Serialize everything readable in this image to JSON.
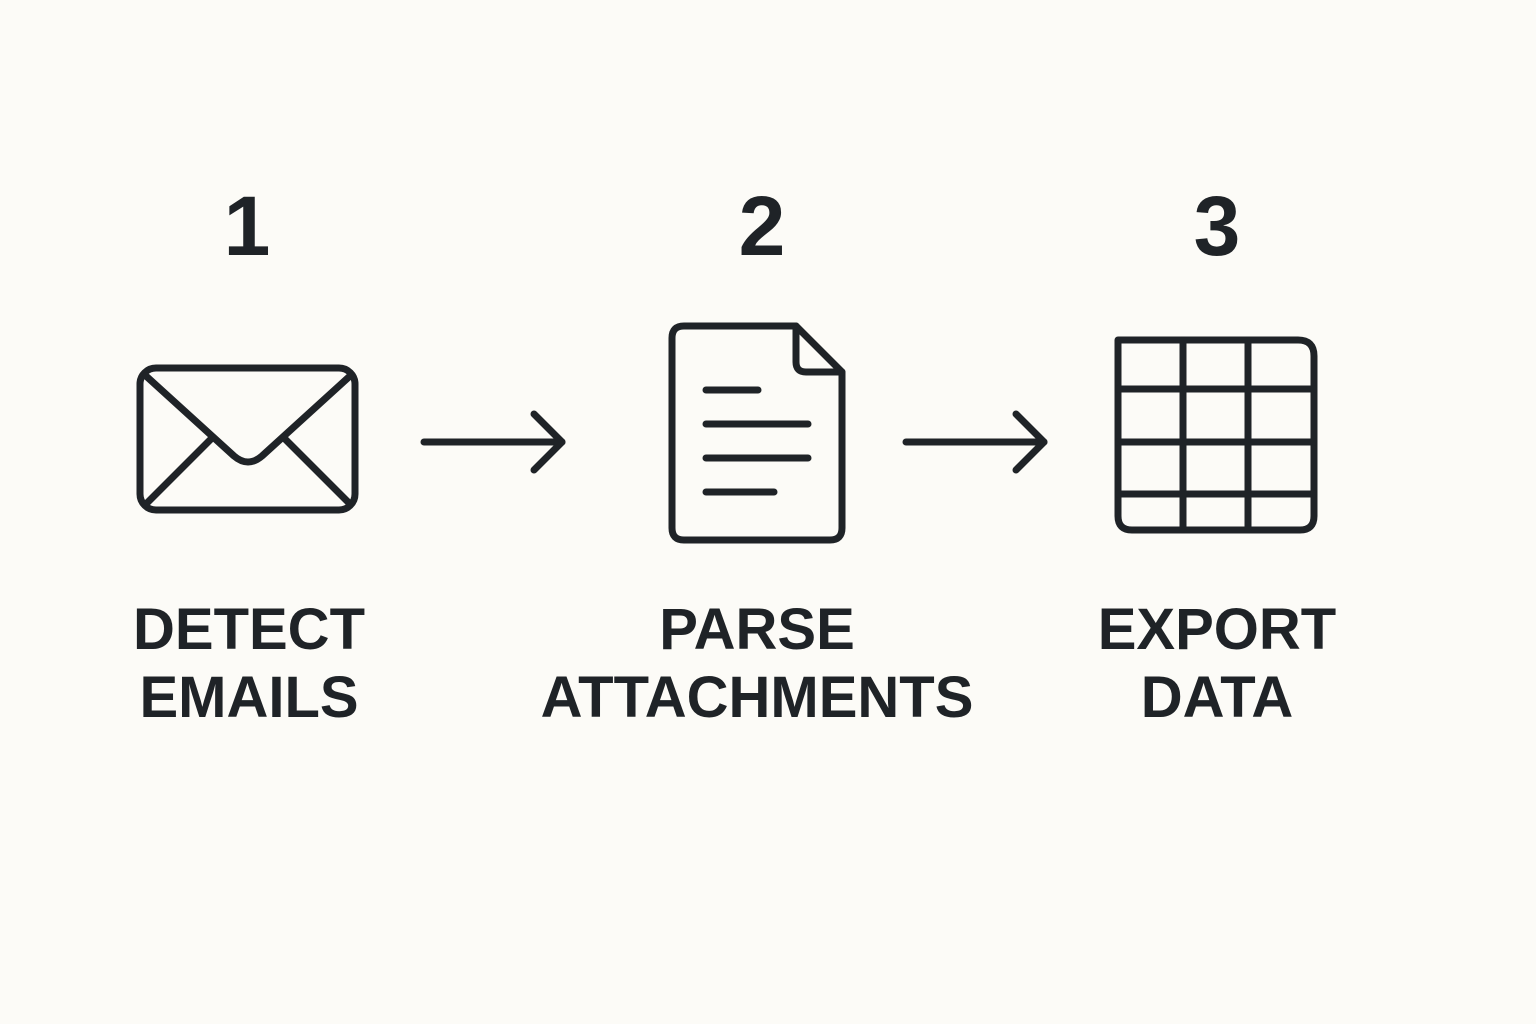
{
  "steps": [
    {
      "number": "1",
      "label_line1": "DETECT",
      "label_line2": "EMAILS",
      "icon": "envelope-icon"
    },
    {
      "number": "2",
      "label_line1": "PARSE",
      "label_line2": "ATTACHMENTS",
      "icon": "document-icon"
    },
    {
      "number": "3",
      "label_line1": "EXPORT",
      "label_line2": "DATA",
      "icon": "table-grid-icon"
    }
  ],
  "connectors": [
    "arrow-right-icon",
    "arrow-right-icon"
  ],
  "colors": {
    "background": "#fcfbf7",
    "ink": "#1f2327"
  }
}
